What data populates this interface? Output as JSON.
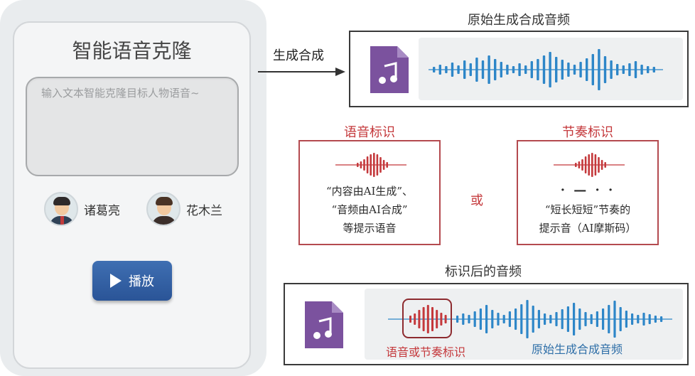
{
  "left_panel": {
    "title": "智能语音克隆",
    "input_placeholder": "输入文本智能克隆目标人物语音~",
    "voices": [
      {
        "name": "诸葛亮",
        "avatar_icon": "male-avatar-icon"
      },
      {
        "name": "花木兰",
        "avatar_icon": "female-avatar-icon"
      }
    ],
    "play_button_label": "播放"
  },
  "arrow_label": "生成合成",
  "original_audio": {
    "title": "原始生成合成音频",
    "file_icon": "audio-file-icon",
    "waveform_color": "#2d86c8"
  },
  "voice_marker": {
    "title": "语音标识",
    "lines": [
      "“内容由AI生成”、",
      "“音频由AI合成”",
      "等提示语音"
    ],
    "waveform_color": "#c4383b"
  },
  "or_label": "或",
  "rhythm_marker": {
    "title": "节奏标识",
    "morse": "· —  · ·",
    "lines": [
      "“短长短短”节奏的",
      "提示音（AI摩斯码）"
    ],
    "waveform_color": "#c4383b"
  },
  "marked_audio": {
    "title": "标识后的音频",
    "file_icon": "audio-file-icon",
    "marker_caption": "语音或节奏标识",
    "audio_caption": "原始生成合成音频"
  },
  "colors": {
    "accent_red": "#c4383b",
    "wave_blue": "#2d86c8",
    "file_purple": "#7b529e",
    "button_blue": "#2e5a9d"
  }
}
